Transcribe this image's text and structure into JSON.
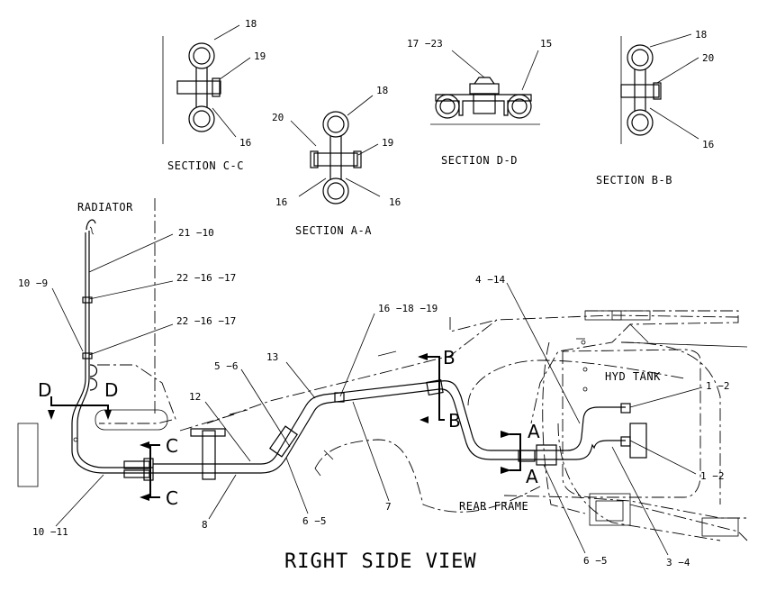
{
  "title": "RIGHT SIDE VIEW",
  "sections": {
    "cc": "SECTION C-C",
    "aa": "SECTION A-A",
    "dd": "SECTION D-D",
    "bb": "SECTION B-B"
  },
  "areas": {
    "radiator": "RADIATOR",
    "hyd_tank": "HYD TANK",
    "rear_frame": "REAR FRAME"
  },
  "section_markers": {
    "a": "A",
    "b": "B",
    "c": "C",
    "d": "D"
  },
  "callouts": {
    "cc_18": "18",
    "cc_19": "19",
    "cc_16": "16",
    "aa_18": "18",
    "aa_20": "20",
    "aa_19": "19",
    "aa_16l": "16",
    "aa_16r": "16",
    "dd_1723": "17 −23",
    "dd_15": "15",
    "bb_18": "18",
    "bb_20": "20",
    "bb_16": "16",
    "c21_10": "21 −10",
    "c10_9": "10 −9",
    "c22a": "22 −16 −17",
    "c22b": "22 −16 −17",
    "c16_18_19": "16 −18 −19",
    "c4_14": "4 −14",
    "c5_6": "5 −6",
    "c13": "13",
    "c12": "12",
    "c1_2a": "1 −2",
    "c1_2b": "1 −2",
    "c10_11": "10 −11",
    "c8": "8",
    "c6_5a": "6 −5",
    "c7": "7",
    "c6_5b": "6 −5",
    "c3_4": "3 −4"
  }
}
